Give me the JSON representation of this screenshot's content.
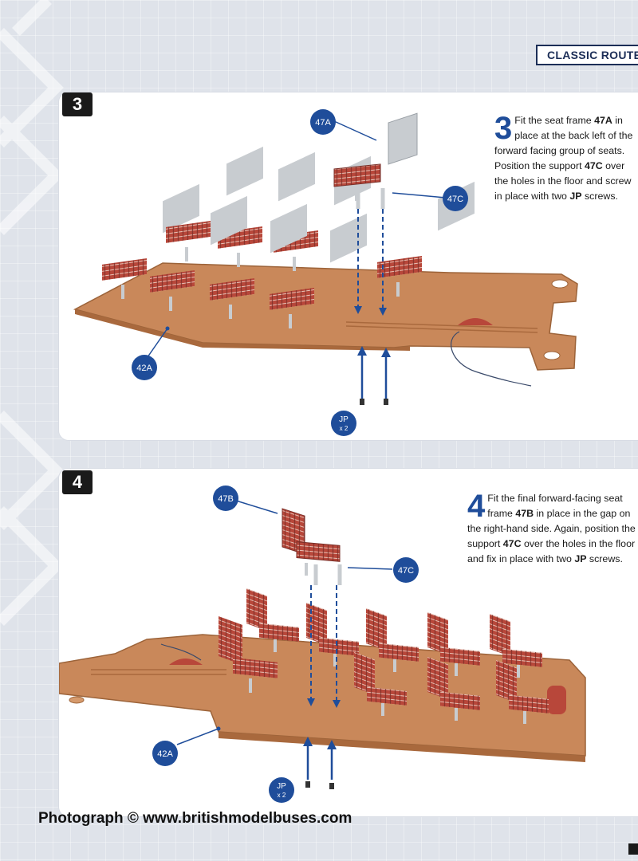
{
  "header": {
    "title": "CLASSIC ROUTEMASTER"
  },
  "steps": [
    {
      "number": "3",
      "text_parts": [
        "Fit the seat frame ",
        "47A",
        " in place at the back left of the forward facing group of seats. Position the support ",
        "47C",
        " over the holes in the floor and screw in place with two ",
        "JP",
        " screws."
      ],
      "labels": {
        "seat": "47A",
        "support": "47C",
        "floor": "42A",
        "screws": "JP",
        "screws_qty": "x 2"
      }
    },
    {
      "number": "4",
      "text_parts": [
        "Fit the final forward-facing seat frame ",
        "47B",
        " in place in the gap on the right-hand side. Again, position the support ",
        "47C",
        " over the holes in the floor and fix in place with two ",
        "JP",
        " screws."
      ],
      "labels": {
        "seat": "47B",
        "support": "47C",
        "floor": "42A",
        "screws": "JP",
        "screws_qty": "x 2"
      }
    }
  ],
  "credit": "Photograph © www.britishmodelbuses.com",
  "colors": {
    "navy": "#1f4d9a",
    "floor": "#c9885a",
    "seat": "#b8473a",
    "frame": "#c8ccd0"
  }
}
